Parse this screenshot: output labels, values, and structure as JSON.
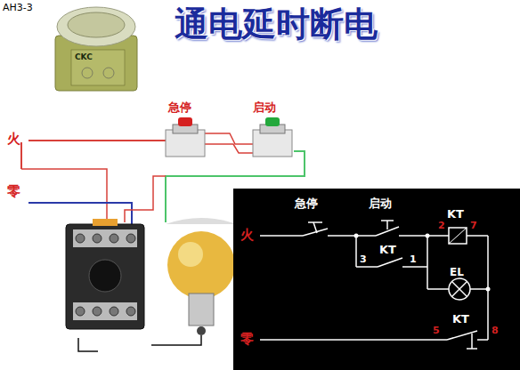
{
  "diagram": {
    "title": "通电延时断电",
    "labels": [
      "AH3-3",
      "CKC",
      "急停",
      "启动",
      "火",
      "零",
      "急停",
      "启动",
      "KT",
      "2",
      "7",
      "火",
      "3",
      "KT",
      "1",
      "EL",
      "零",
      "5",
      "KT",
      "8"
    ]
  }
}
